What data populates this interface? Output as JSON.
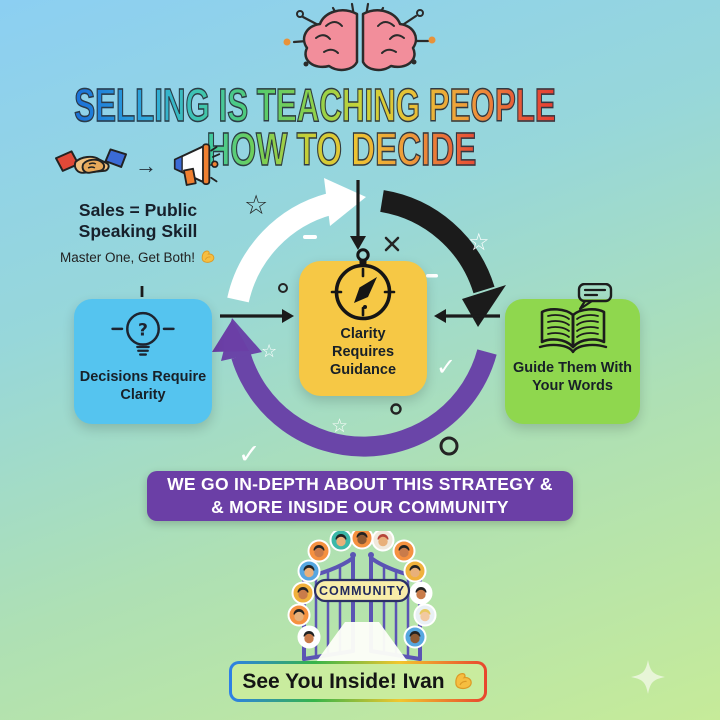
{
  "header": {
    "title_line1": "SELLING IS TEACHING PEOPLE",
    "title_line2": "HOW TO DECIDE",
    "brain_icon": "brain-icon"
  },
  "sales_note": {
    "heading": "Sales = Public Speaking Skill",
    "subheading": "Master One, Get Both!",
    "handshake_icon": "handshake-icon",
    "arrow_glyph": "→",
    "megaphone_icon": "megaphone-icon",
    "muscle_icon": "muscle-icon"
  },
  "cycle_diagram": {
    "nodes": [
      {
        "label": "Decisions Require Clarity",
        "icon": "lightbulb-question-icon",
        "color": "#55C4EF"
      },
      {
        "label": "Clarity Requires Guidance",
        "icon": "compass-icon",
        "color": "#F6C845"
      },
      {
        "label": "Guide Them With Your Words",
        "icon": "open-book-icon",
        "color": "#8FD74E"
      }
    ],
    "arrow_colors": {
      "top_left_arc": "#FFFFFF",
      "top_right_arc": "#1B1B1B",
      "bottom_arc": "#6A45A8"
    }
  },
  "banner": {
    "line1": "WE GO IN-DEPTH ABOUT THIS STRATEGY &",
    "line2": "& MORE INSIDE OUR COMMUNITY",
    "bg_color": "#6B3FA6"
  },
  "community": {
    "gate_label": "COMMUNITY"
  },
  "footer": {
    "message": "See You Inside! Ivan",
    "muscle_icon": "muscle-icon"
  }
}
